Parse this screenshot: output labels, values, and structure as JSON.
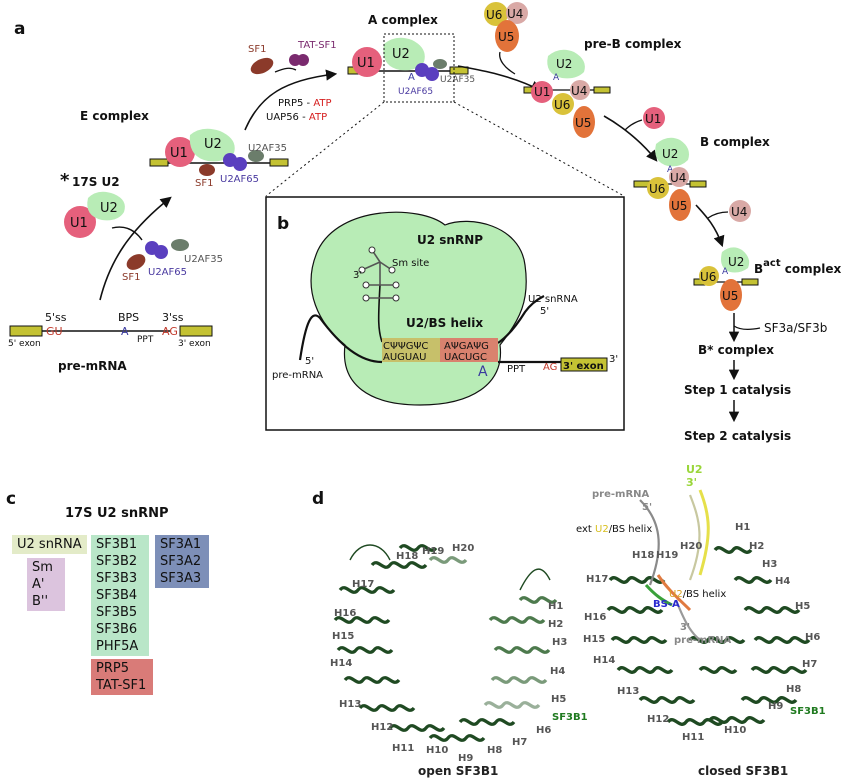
{
  "panels": {
    "a": "a",
    "b": "b",
    "c": "c",
    "d": "d"
  },
  "panel_a": {
    "pre_mrna": {
      "title": "pre-mRNA",
      "ss5": "5'ss",
      "gu": "GU",
      "bps": "BPS",
      "a": "A",
      "ss3": "3'ss",
      "ag": "AG",
      "ppt": "PPT",
      "exon5": "5' exon",
      "exon3": "3' exon"
    },
    "u2_17s": {
      "asterisk": "*",
      "label": "17S U2",
      "u1": "U1",
      "u2": "U2",
      "sf1": "SF1",
      "u2af35": "U2AF35",
      "u2af65": "U2AF65"
    },
    "e_complex": {
      "title": "E complex",
      "u1": "U1",
      "u2": "U2",
      "u2af35": "U2AF35",
      "sf1": "SF1",
      "u2af65": "U2AF65"
    },
    "transition": {
      "sf1": "SF1",
      "tat_sf1": "TAT-SF1",
      "prp5": "PRP5 - ",
      "uap56": "UAP56 - ",
      "atp": "ATP"
    },
    "a_complex": {
      "title": "A complex",
      "u1": "U1",
      "u2": "U2",
      "a": "A",
      "u2af35": "U2AF35",
      "u2af65": "U2AF65"
    },
    "tri_snrnp": {
      "u6": "U6",
      "u4": "U4",
      "u5": "U5"
    },
    "pre_b": {
      "title": "pre-B complex",
      "u1": "U1",
      "u2": "U2",
      "u6": "U6",
      "u4": "U4",
      "u5": "U5",
      "a": "A"
    },
    "released_u1": "U1",
    "b_complex": {
      "title": "B complex",
      "u2": "U2",
      "u6": "U6",
      "u4": "U4",
      "u5": "U5",
      "a": "A"
    },
    "released_u4": "U4",
    "bact": {
      "title_b": "B",
      "title_sup": "act",
      "title_rest": " complex",
      "u2": "U2",
      "u6": "U6",
      "u5": "U5",
      "a": "A"
    },
    "sf3": "SF3a/SF3b",
    "bstar": "B* complex",
    "step1": "Step 1 catalysis",
    "step2": "Step 2 catalysis"
  },
  "panel_b": {
    "u2_snrnp": "U2 snRNP",
    "sm_site": "Sm site",
    "three_prime": "3'",
    "helix_title": "U2/BS helix",
    "u2_snrna": "U2 snRNA",
    "u2_five": "5'",
    "top_seq": "CΨΨGΨC",
    "top_seq_b": "AΨGAΨG",
    "top_psi": "Ψ",
    "bottom_seq": "AUGUAU",
    "bottom_seq_b": "UACUGC",
    "bulged_a": "A",
    "ppt": "PPT",
    "ag": "AG",
    "exon3": "3' exon",
    "exon3_end": "3'",
    "premrna5": "5'",
    "premrna": "pre-mRNA"
  },
  "panel_c": {
    "title": "17S U2 snRNP",
    "u2_snrna": "U2 snRNA",
    "sm": [
      "Sm",
      "A'",
      "B''"
    ],
    "sf3b": [
      "SF3B1",
      "SF3B2",
      "SF3B3",
      "SF3B4",
      "SF3B5",
      "SF3B6",
      "PHF5A"
    ],
    "sf3a": [
      "SF3A1",
      "SF3A2",
      "SF3A3"
    ],
    "factors": [
      "PRP5",
      "TAT-SF1"
    ],
    "colors": {
      "u2": "#e3ebc8",
      "sm": "#dcc4de",
      "sf3b": "#b9e6c8",
      "sf3a": "#7d8fb8",
      "factors": "#d97b78"
    }
  },
  "panel_d": {
    "open_caption": "open SF3B1",
    "closed_caption": "closed SF3B1",
    "sf3b1": "SF3B1",
    "open_helices": [
      "H1",
      "H2",
      "H3",
      "H4",
      "H5",
      "H6",
      "H7",
      "H8",
      "H9",
      "H10",
      "H11",
      "H12",
      "H13",
      "H14",
      "H15",
      "H16",
      "H17",
      "H18",
      "H19",
      "H20"
    ],
    "closed_helices": [
      "H1",
      "H2",
      "H3",
      "H4",
      "H5",
      "H6",
      "H7",
      "H8",
      "H9",
      "H10",
      "H11",
      "H12",
      "H13",
      "H14",
      "H15",
      "H16",
      "H17",
      "H18",
      "H19",
      "H20"
    ],
    "u2": "U2",
    "u2_three": "3'",
    "premrna": "pre-mRNA",
    "premrna_five": "5'",
    "ext_helix_pre": "ext ",
    "ext_helix_u2": "U2",
    "ext_helix_post": "/BS helix",
    "bs_helix_u2": "U2",
    "bs_helix_post": "/BS helix",
    "bsa": "BS-A",
    "three_prime": "3'",
    "premrna_lower": "pre-mRNA"
  }
}
